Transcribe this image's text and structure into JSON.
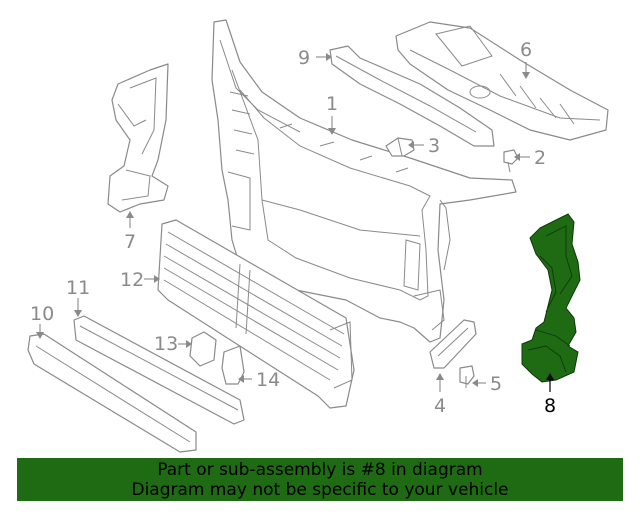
{
  "callouts": [
    "1",
    "2",
    "3",
    "4",
    "5",
    "6",
    "7",
    "8",
    "9",
    "10",
    "11",
    "12",
    "13",
    "14"
  ],
  "highlighted_callout": "8",
  "banner": {
    "line1": "Part or sub-assembly is #8 in diagram",
    "line2": "Diagram may not be specific to your vehicle"
  },
  "colors": {
    "highlight": "#1f6b14",
    "line": "#8a8a8a",
    "background": "#ffffff"
  }
}
